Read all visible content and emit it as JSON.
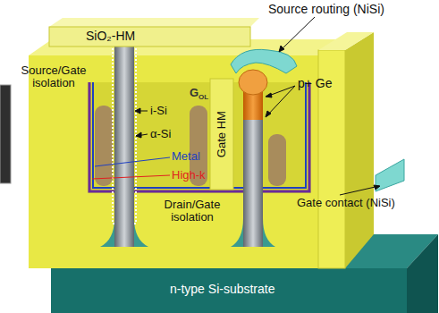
{
  "diagram": {
    "labels": [
      "Source routing (NiSi)",
      "SiO₂-HM",
      "Source/Gate isolation",
      "i-Si",
      "α-Si",
      "Metal",
      "High-k",
      "G",
      "OL",
      "Gate HM",
      "p+ Ge",
      "Drain/Gate isolation",
      "Gate contact (NiSi)",
      "n-type Si-substrate"
    ]
  }
}
